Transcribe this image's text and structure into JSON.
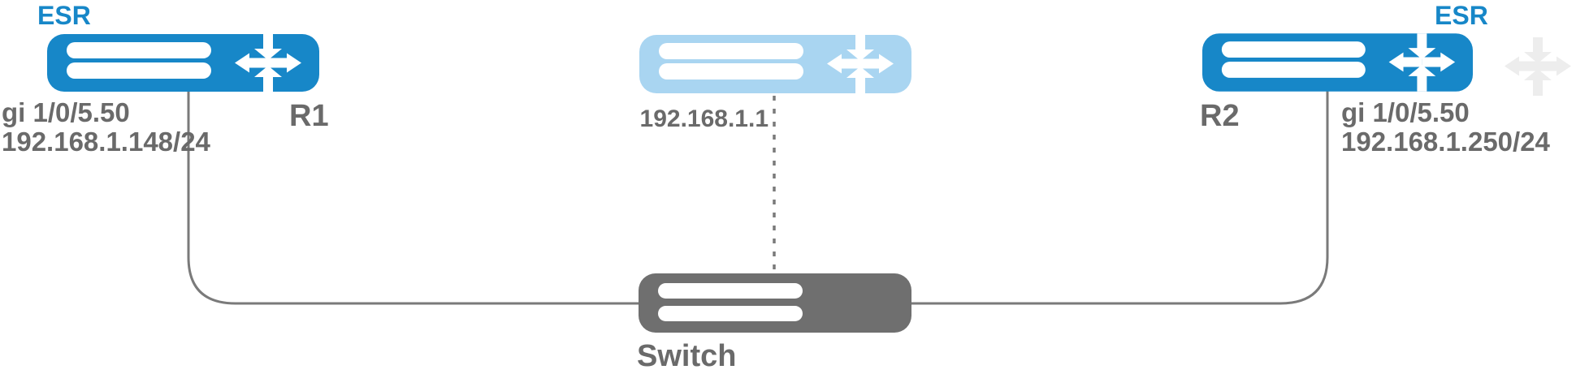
{
  "colors": {
    "router_blue": "#1787C8",
    "router_blue_light": "#A9D5F1",
    "switch_gray": "#6F6F6F",
    "connector_gray": "#7A7A7A",
    "label_gray": "#6A6A6A",
    "esr_label_blue": "#1787C8",
    "ghost_gray": "#EDEDED"
  },
  "nodes": {
    "r1": {
      "platform": "ESR",
      "name": "R1",
      "interface": "gi 1/0/5.50",
      "ip": "192.168.1.148/24"
    },
    "virtual_router": {
      "ip": "192.168.1.1"
    },
    "r2": {
      "platform": "ESR",
      "name": "R2",
      "interface": "gi 1/0/5.50",
      "ip": "192.168.1.250/24"
    },
    "switch": {
      "name": "Switch"
    }
  }
}
